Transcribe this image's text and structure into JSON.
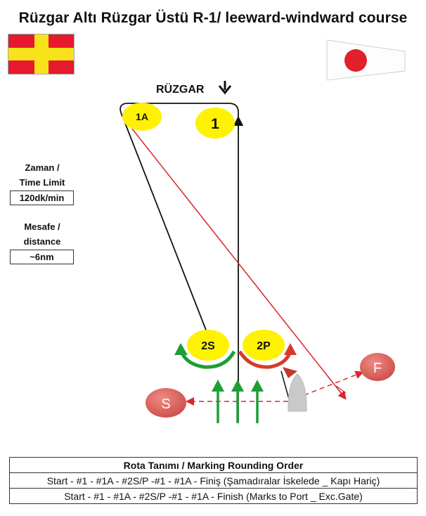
{
  "title": "Rüzgar Altı Rüzgar Üstü R-1/ leeward-windward course",
  "wind_label": "RÜZGAR",
  "info": {
    "time_label": "Zaman /\nTime Limit",
    "time_value": "120dk/min",
    "distance_label": "Mesafe /\ndistance",
    "distance_value": "~6nm"
  },
  "marks": {
    "mark_1a": "1A",
    "mark_1": "1",
    "mark_2s": "2S",
    "mark_2p": "2P",
    "finish": "F",
    "start": "S"
  },
  "colors": {
    "flag_red": "#e8192c",
    "flag_yellow": "#f7e21b",
    "mark_yellow": "#fff200",
    "pin_red": "#d9615d",
    "course_red": "#d9262b",
    "arrow_green": "#1e9e35",
    "arrow_red": "#d93a2a"
  },
  "table": {
    "header": "Rota Tanımı / Marking Rounding Order",
    "row_tr": "Start - #1 - #1A - #2S/P -#1 - #1A - Finiş (Şamadıralar İskelede _ Kapı Hariç)",
    "row_en": "Start - #1 - #1A - #2S/P -#1 - #1A - Finish (Marks to Port _ Exc.Gate)"
  }
}
